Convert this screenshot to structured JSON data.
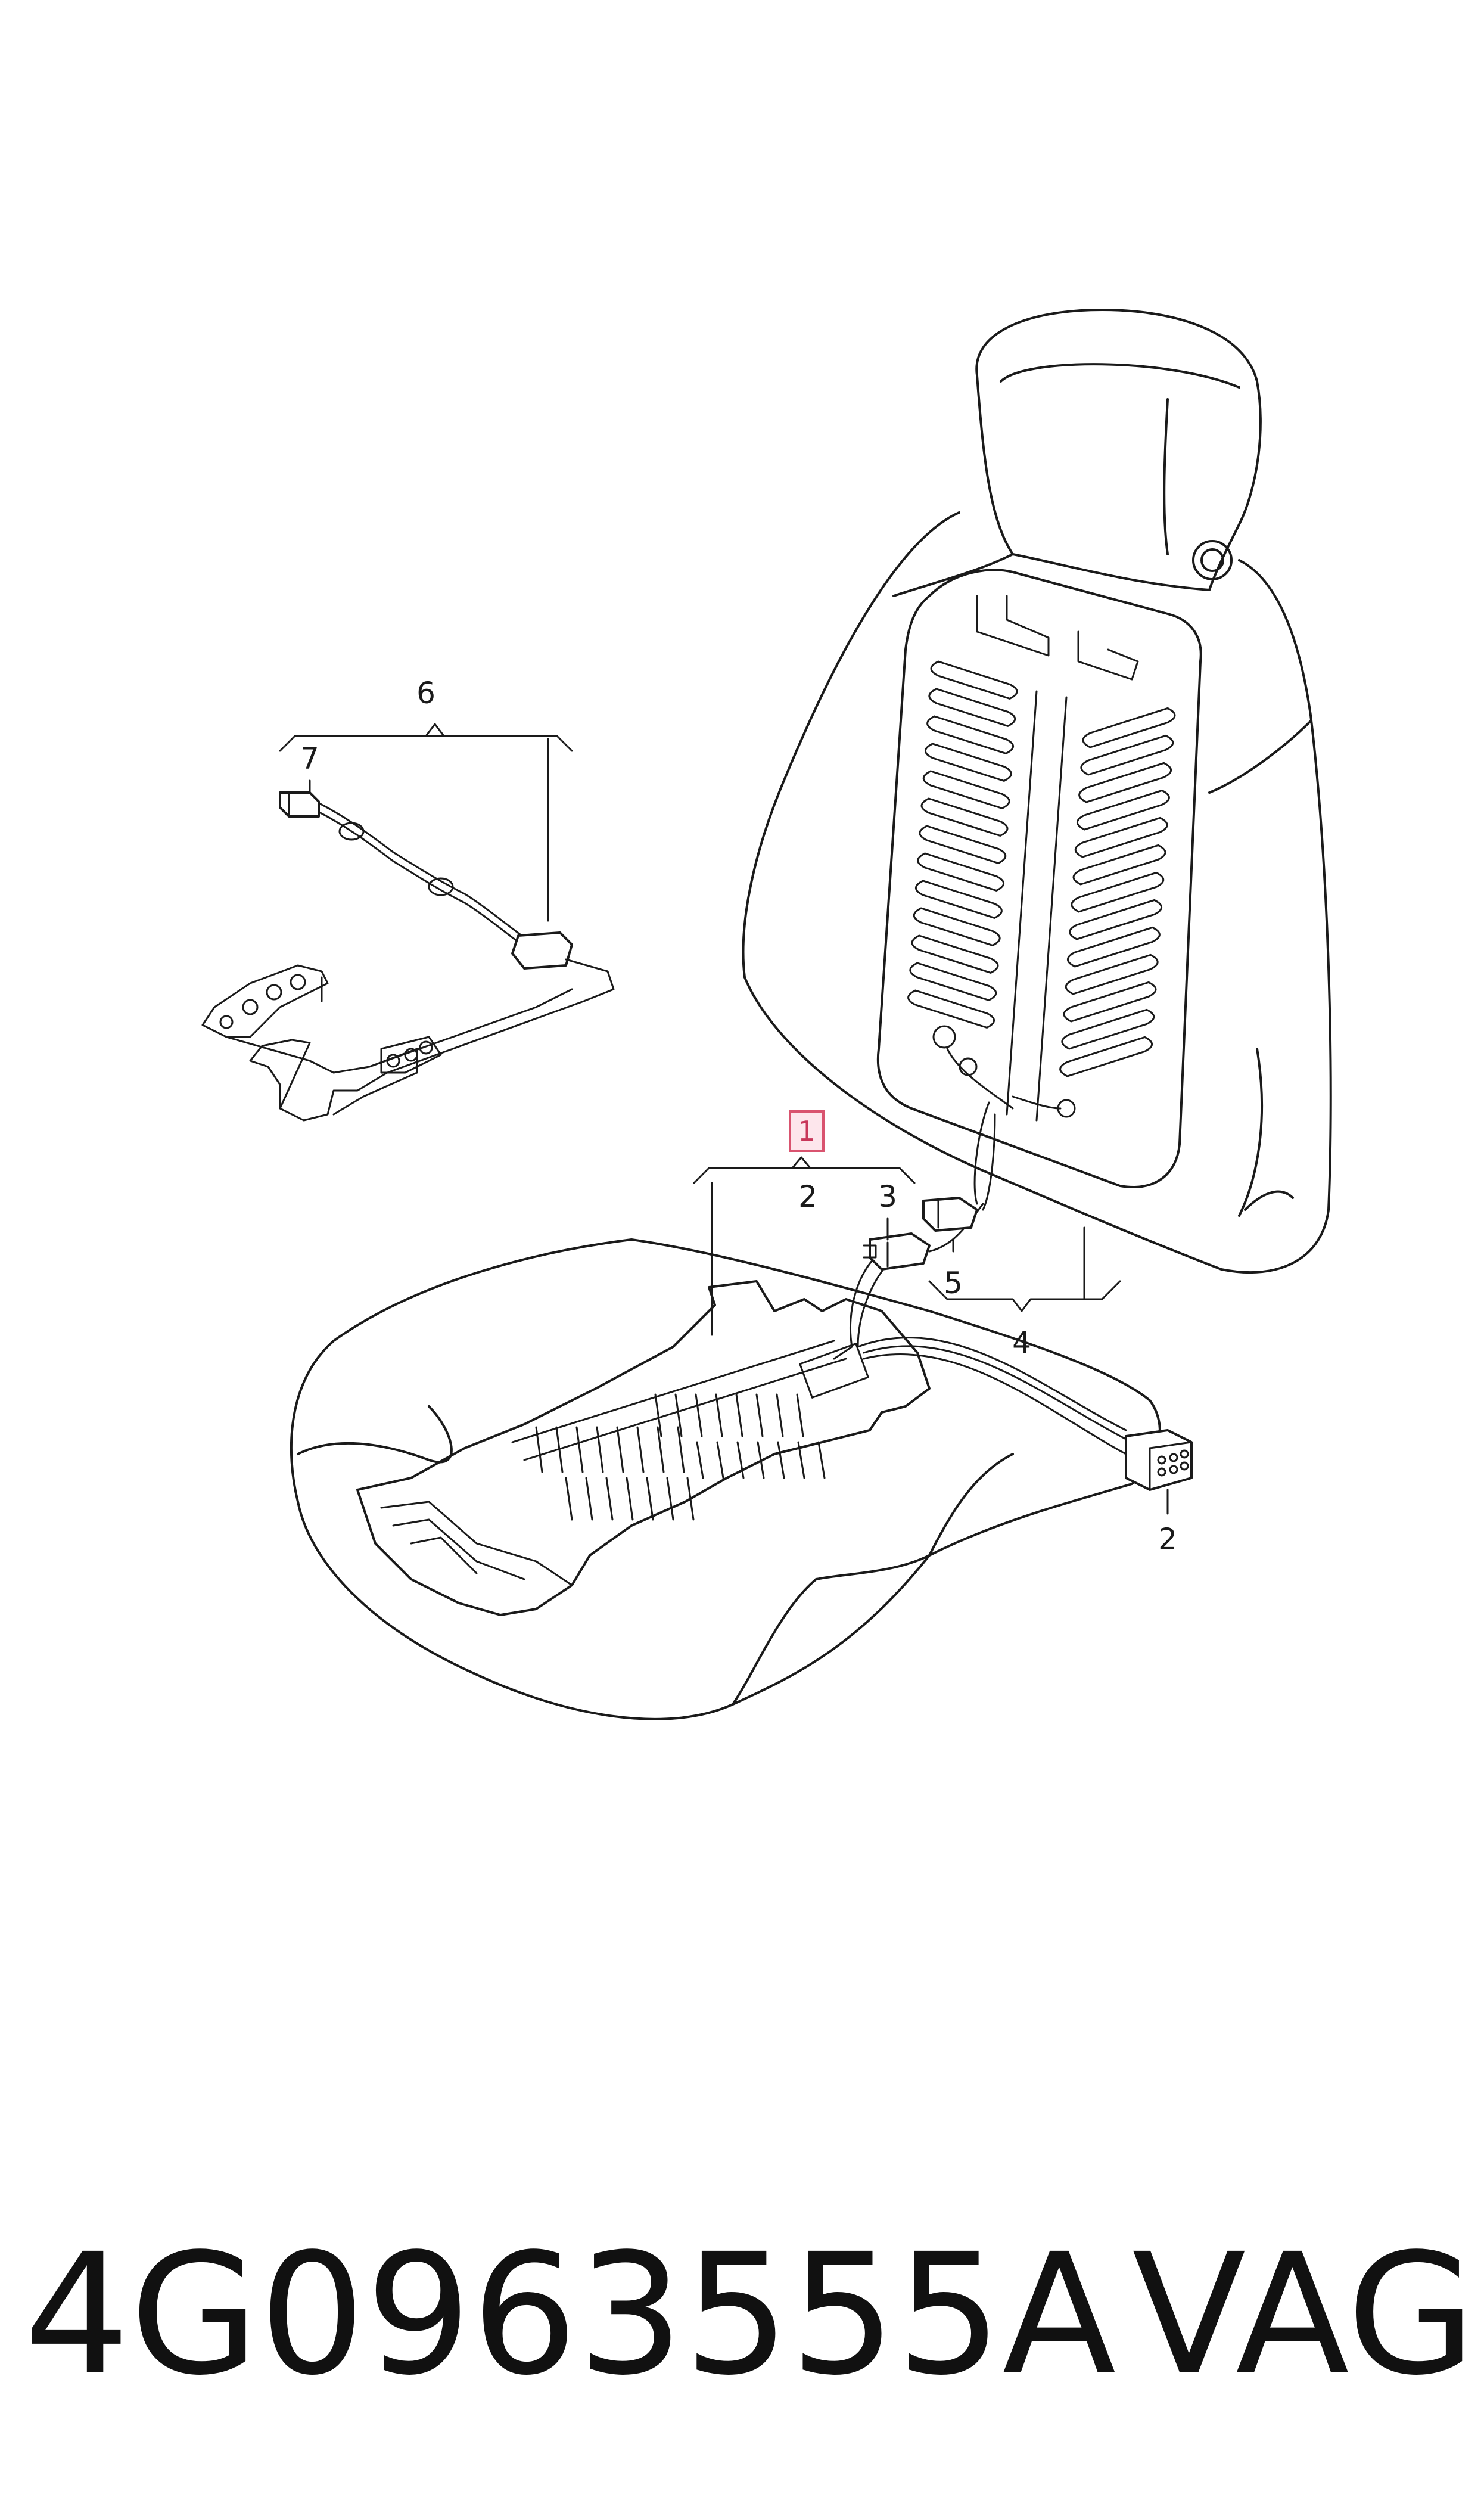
{
  "callouts": {
    "c1": "1",
    "c2a": "2",
    "c2b": "2",
    "c3": "3",
    "c4": "4",
    "c5": "5",
    "c6": "6",
    "c7": "7"
  },
  "highlight_color": "#d9536f",
  "footer": {
    "part_number": "4G0963555A",
    "brand": "VAG"
  }
}
